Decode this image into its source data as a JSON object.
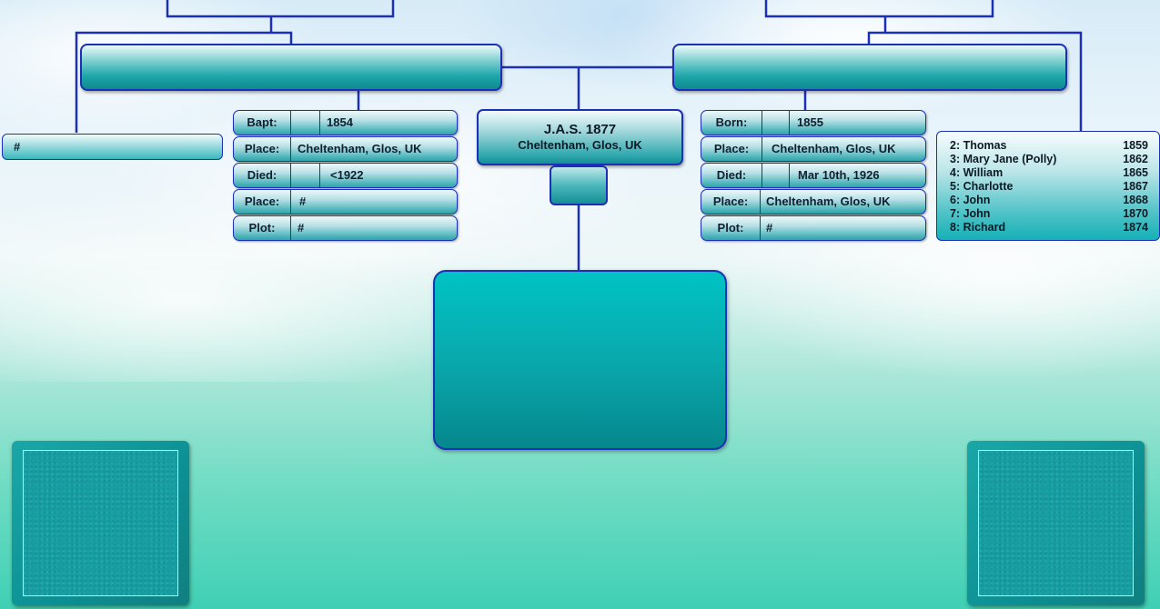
{
  "subject": {
    "name_line": "J.A.S. 1877",
    "place_line": "Cheltenham, Glos, UK"
  },
  "father_panel": [
    {
      "label": "Bapt:",
      "value": "1854",
      "split": true
    },
    {
      "label": "Place:",
      "value": "Cheltenham, Glos, UK",
      "split": false
    },
    {
      "label": "Died:",
      "value": "<1922",
      "split": true
    },
    {
      "label": "Place:",
      "value": "#",
      "split": false
    },
    {
      "label": "Plot:",
      "value": "#",
      "split": false
    }
  ],
  "mother_panel": [
    {
      "label": "Born:",
      "value": "1855",
      "split": true
    },
    {
      "label": "Place:",
      "value": "Cheltenham, Glos, UK",
      "split": false
    },
    {
      "label": "Died:",
      "value": "Mar 10th, 1926",
      "split": true
    },
    {
      "label": "Place:",
      "value": "Cheltenham, Glos, UK",
      "split": false
    },
    {
      "label": "Plot:",
      "value": "#",
      "split": false
    }
  ],
  "left_sibling_box": {
    "text": "#"
  },
  "siblings": [
    {
      "name": "2: Thomas",
      "year": "1859"
    },
    {
      "name": "3: Mary Jane (Polly)",
      "year": "1862"
    },
    {
      "name": "4: William",
      "year": "1865"
    },
    {
      "name": "5: Charlotte",
      "year": "1867"
    },
    {
      "name": "6: John",
      "year": "1868"
    },
    {
      "name": "7: John",
      "year": "1870"
    },
    {
      "name": "8: Richard",
      "year": "1874"
    }
  ],
  "colors": {
    "connector": "#1c2fb7",
    "box_teal": "#0e8a90",
    "center_teal": "#09a9ad"
  }
}
